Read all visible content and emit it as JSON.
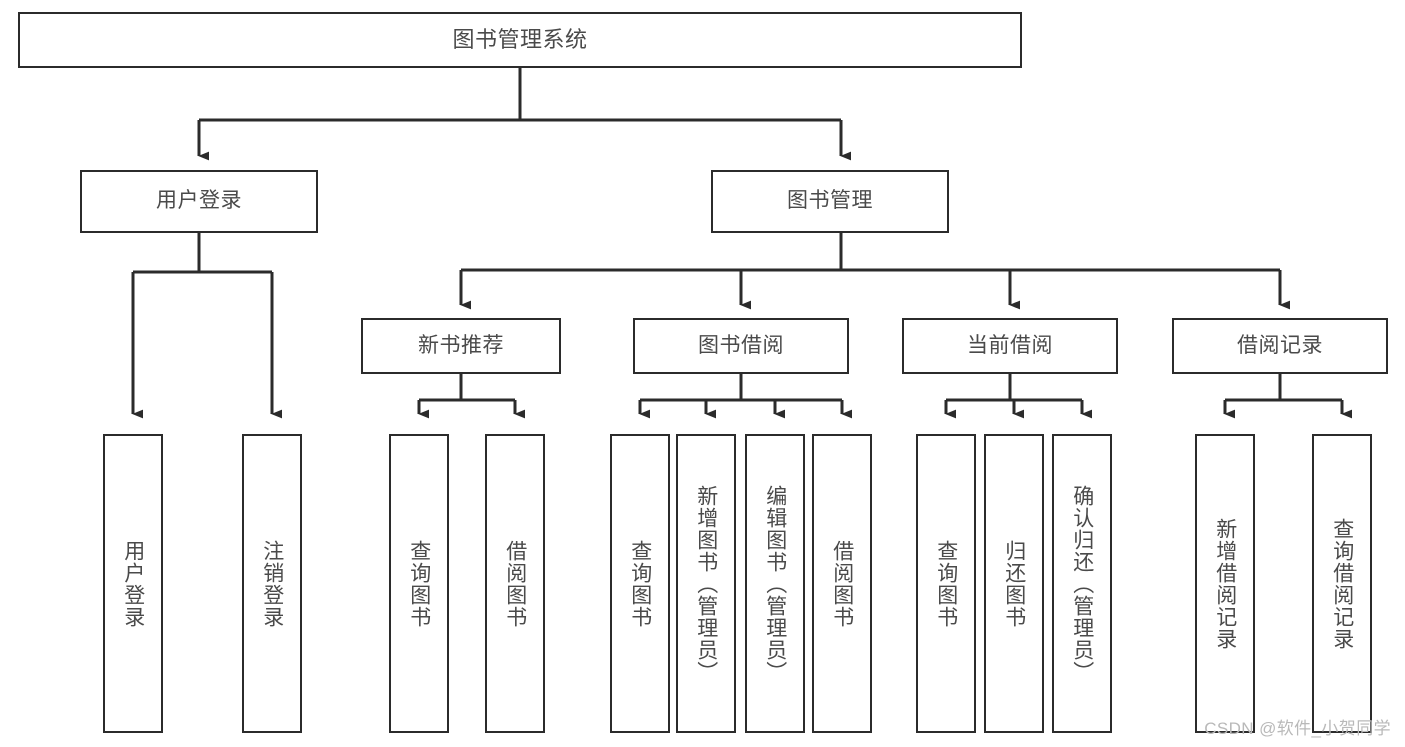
{
  "diagram": {
    "title": "图书管理系统",
    "type": "tree-hierarchy-chart",
    "colors": {
      "node_border": "#2b2b2b",
      "node_fill": "#ffffff",
      "edge": "#2b2b2b",
      "label_text": "#4a4a4a",
      "watermark": "#b9b9b9"
    }
  },
  "watermark": {
    "text": "CSDN @软件_小贺同学"
  },
  "nodes": {
    "root": {
      "label": "图书管理系统"
    },
    "level1": [
      {
        "label": "用户登录"
      },
      {
        "label": "图书管理"
      }
    ],
    "level2": [
      {
        "label": "新书推荐"
      },
      {
        "label": "图书借阅"
      },
      {
        "label": "当前借阅"
      },
      {
        "label": "借阅记录"
      }
    ],
    "leaves": [
      {
        "label": "用户登录"
      },
      {
        "label": "注销登录"
      },
      {
        "label": "查询图书"
      },
      {
        "label": "借阅图书"
      },
      {
        "label": "查询图书"
      },
      {
        "label": "新增图书（管理员）"
      },
      {
        "label": "编辑图书（管理员）"
      },
      {
        "label": "借阅图书"
      },
      {
        "label": "查询图书"
      },
      {
        "label": "归还图书"
      },
      {
        "label": "确认归还（管理员）"
      },
      {
        "label": "新增借阅记录"
      },
      {
        "label": "查询借阅记录"
      }
    ]
  }
}
